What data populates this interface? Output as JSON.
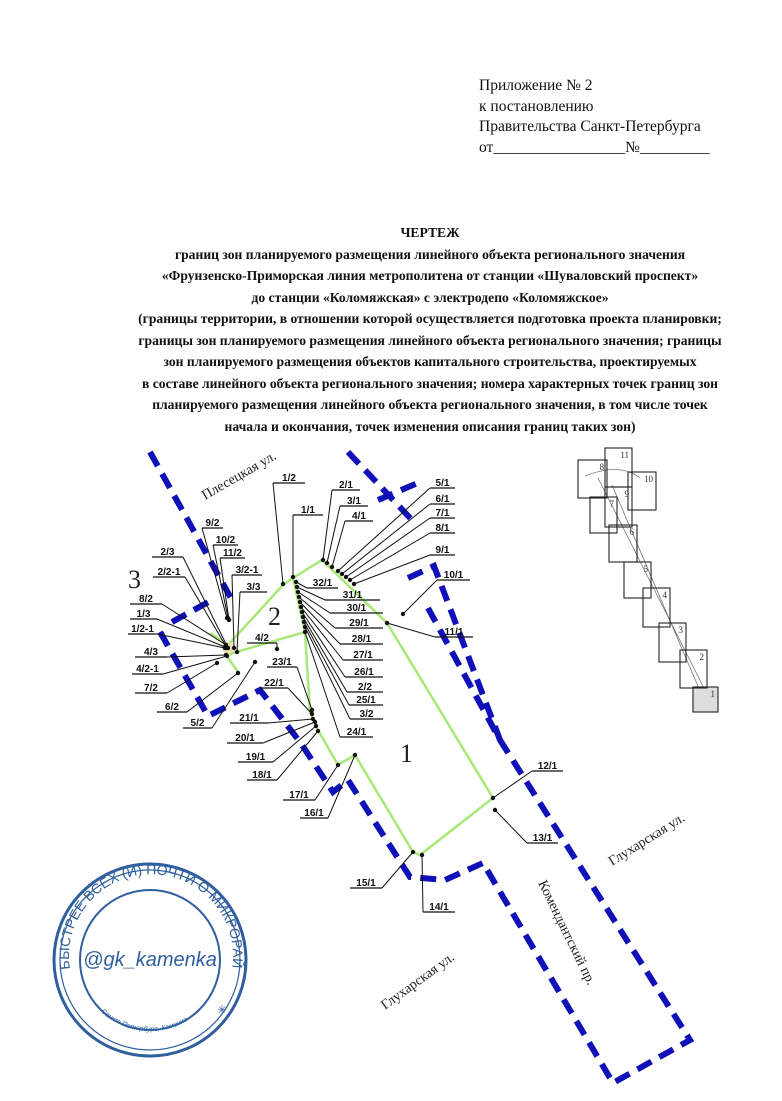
{
  "appendix": {
    "line1": "Приложение № 2",
    "line2": "к постановлению",
    "line3": "Правительства Санкт-Петербурга",
    "line4": "от_________________№_________"
  },
  "title": {
    "heading": "ЧЕРТЕЖ",
    "lines": [
      "границ зон планируемого размещения линейного объекта регионального значения",
      "«Фрунзенско-Приморская линия метрополитена от станции «Шуваловский проспект»",
      "до станции «Коломяжская» с электродепо «Коломяжское»",
      "(границы территории, в отношении которой осуществляется подготовка проекта планировки;",
      "границы зон планируемого размещения линейного объекта регионального значения; границы",
      "зон планируемого размещения объектов капитального строительства, проектируемых",
      "в составе линейного объекта регионального значения; номера характерных точек границ зон",
      "планируемого размещения линейного объекта регионального значения, в том числе точек",
      "начала и окончания, точек изменения описания границ таких зон)"
    ]
  },
  "drawing": {
    "colors": {
      "boundary": "#1010b8",
      "zone": "#a8e878",
      "stamp": "#2f5f9f"
    },
    "zones": [
      "1",
      "2",
      "3"
    ],
    "streets": {
      "plesetskaya": "Плесецкая ул.",
      "glukharskaya_right": "Глухарская ул.",
      "glukharskaya_left": "Глухарская ул.",
      "komendantsky": "Комендантский пр."
    },
    "points": [
      "1/2",
      "1/1",
      "2/1",
      "3/1",
      "4/1",
      "5/1",
      "6/1",
      "7/1",
      "8/1",
      "9/1",
      "10/1",
      "11/1",
      "32/1",
      "31/1",
      "30/1",
      "29/1",
      "28/1",
      "27/1",
      "26/1",
      "2/2",
      "25/1",
      "3/2",
      "24/1",
      "9/2",
      "10/2",
      "11/2",
      "3/2-1",
      "3/3",
      "2/3",
      "2/2-1",
      "8/2",
      "1/3",
      "1/2-1",
      "4/3",
      "4/2-1",
      "7/2",
      "6/2",
      "5/2",
      "4/2",
      "23/1",
      "22/1",
      "21/1",
      "20/1",
      "19/1",
      "18/1",
      "17/1",
      "16/1",
      "12/1",
      "13/1",
      "15/1",
      "14/1"
    ],
    "index_sheets": [
      "1",
      "2",
      "3",
      "4",
      "5",
      "6",
      "7",
      "8",
      "9",
      "10",
      "11"
    ]
  },
  "stamp": {
    "handle": "@gk_kamenka",
    "ring_text": "БЫСТРЕЕ ВСЕХ (И) ПОЧТИ О МИКРОРАЙОНЕ",
    "bottom_text": "Санкт-Петербург, Каменка"
  }
}
